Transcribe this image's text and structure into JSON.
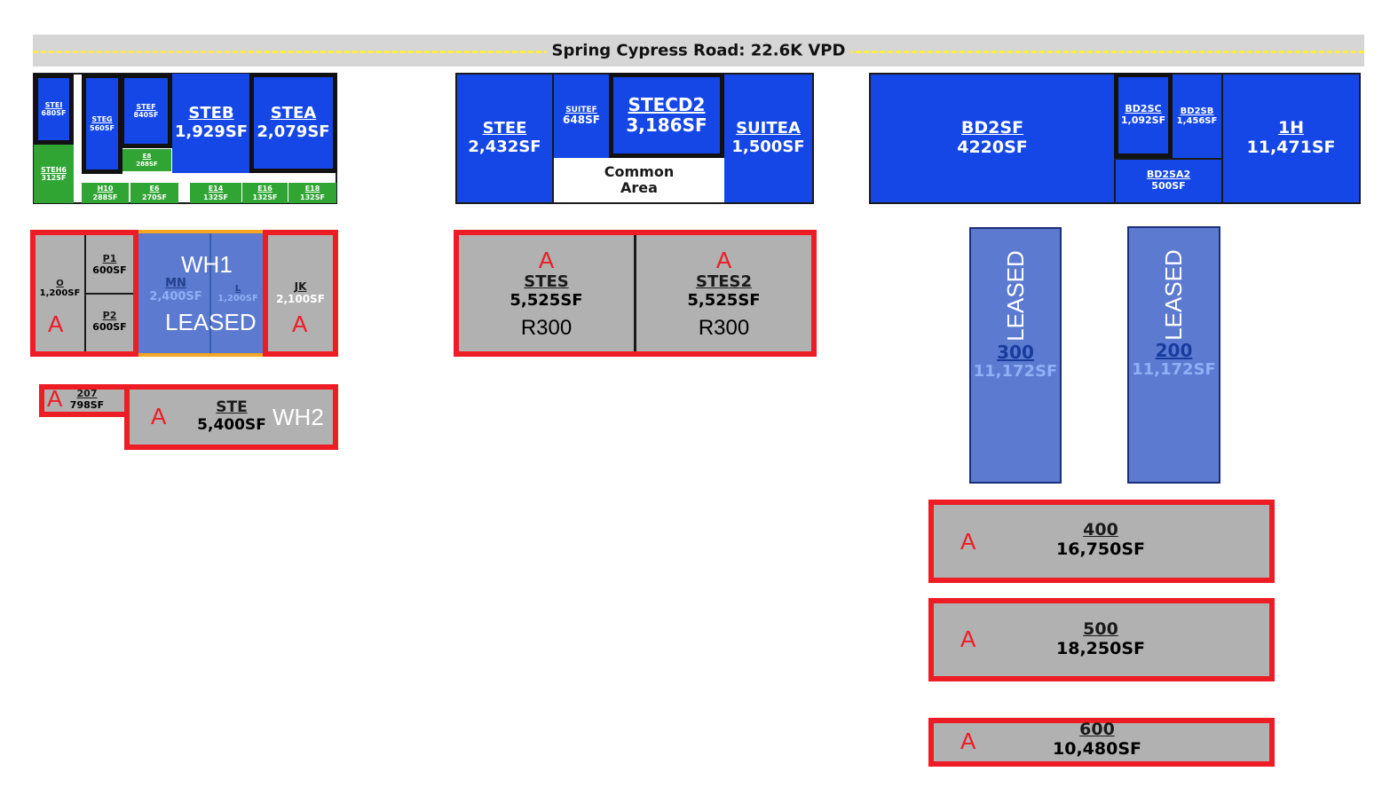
{
  "road": {
    "label": "Spring Cypress Road: 22.6K VPD",
    "color": "#d6d6d6",
    "dash_color": "#ffee33"
  },
  "colors": {
    "occupied_blue": "#1447e6",
    "leased_blue": "#5b7ad0",
    "green": "#31a534",
    "available_gray": "#b1b1b1",
    "available_outline": "#ee1c25"
  },
  "legend_marks": {
    "available": "A"
  },
  "block1": {
    "stei": {
      "name": "STEI",
      "size": "680SF"
    },
    "steh6": {
      "name": "STEH6",
      "size": "312SF"
    },
    "steg": {
      "name": "STEG",
      "size": "560SF"
    },
    "stef": {
      "name": "STEF",
      "size": "840SF"
    },
    "e8": {
      "name": "E8",
      "size": "288SF"
    },
    "steb": {
      "name": "STEB",
      "size": "1,929SF"
    },
    "stea": {
      "name": "STEA",
      "size": "2,079SF"
    },
    "h10": {
      "name": "H10",
      "size": "288SF"
    },
    "e6": {
      "name": "E6",
      "size": "270SF"
    },
    "e14": {
      "name": "E14",
      "size": "132SF"
    },
    "e16": {
      "name": "E16",
      "size": "132SF"
    },
    "e18": {
      "name": "E18",
      "size": "132SF"
    }
  },
  "block2": {
    "stee": {
      "name": "STEE",
      "size": "2,432SF"
    },
    "suitef": {
      "name": "SUITEF",
      "size": "648SF"
    },
    "stecd2": {
      "name": "STECD2",
      "size": "3,186SF"
    },
    "suitea": {
      "name": "SUITEA",
      "size": "1,500SF"
    },
    "common": {
      "line1": "Common",
      "line2": "Area"
    }
  },
  "block3": {
    "bd2sf": {
      "name": "BD2SF",
      "size": "4220SF"
    },
    "bd2sc": {
      "name": "BD2SC",
      "size": "1,092SF"
    },
    "bd2sb": {
      "name": "BD2SB",
      "size": "1,456SF"
    },
    "bd2sa2": {
      "name": "BD2SA2",
      "size": "500SF"
    },
    "h1": {
      "name": "1H",
      "size": "11,471SF"
    }
  },
  "wh1": {
    "label": "WH1",
    "status": "LEASED",
    "o": {
      "name": "O",
      "size": "1,200SF"
    },
    "p1": {
      "name": "P1",
      "size": "600SF"
    },
    "p2": {
      "name": "P2",
      "size": "600SF"
    },
    "mn": {
      "name": "MN",
      "size": "2,400SF"
    },
    "l": {
      "name": "L",
      "size": "1,200SF"
    },
    "jk": {
      "name": "JK",
      "size": "2,100SF"
    }
  },
  "wh2": {
    "label": "WH2",
    "u207": {
      "name": "207",
      "size": "798SF"
    },
    "ste": {
      "name": "STE",
      "size": "5,400SF"
    }
  },
  "stes_block": {
    "stes": {
      "name": "STES",
      "size": "5,525SF",
      "rate": "R300"
    },
    "stes2": {
      "name": "STES2",
      "size": "5,525SF",
      "rate": "R300"
    }
  },
  "leased_buildings": [
    {
      "status": "LEASED",
      "name": "300",
      "size": "11,172SF"
    },
    {
      "status": "LEASED",
      "name": "200",
      "size": "11,172SF"
    }
  ],
  "available_buildings": [
    {
      "name": "400",
      "size": "16,750SF"
    },
    {
      "name": "500",
      "size": "18,250SF"
    },
    {
      "name": "600",
      "size": "10,480SF"
    }
  ]
}
